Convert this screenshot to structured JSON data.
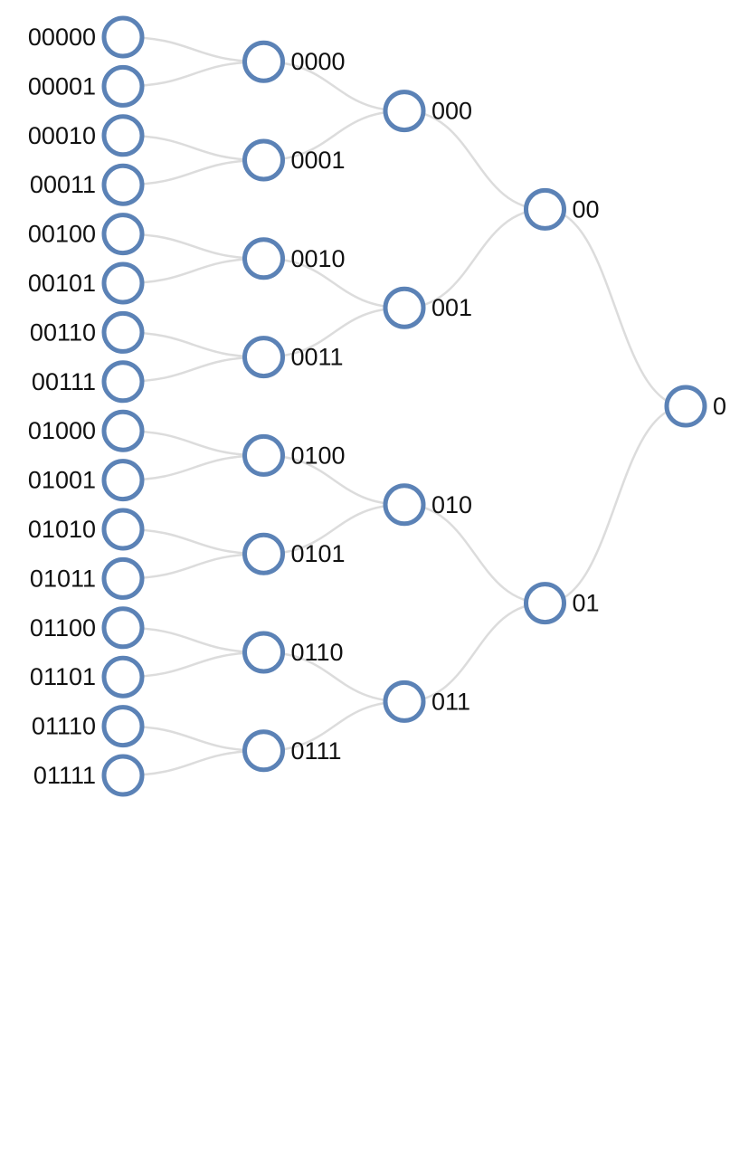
{
  "tree": {
    "root": {
      "label": "0",
      "children": [
        {
          "label": "00",
          "children": [
            {
              "label": "000",
              "children": [
                {
                  "label": "0000",
                  "children": [
                    {
                      "label": "00000"
                    },
                    {
                      "label": "00001"
                    }
                  ]
                },
                {
                  "label": "0001",
                  "children": [
                    {
                      "label": "00010"
                    },
                    {
                      "label": "00011"
                    }
                  ]
                }
              ]
            },
            {
              "label": "001",
              "children": [
                {
                  "label": "0010",
                  "children": [
                    {
                      "label": "00100"
                    },
                    {
                      "label": "00101"
                    }
                  ]
                },
                {
                  "label": "0011",
                  "children": [
                    {
                      "label": "00110"
                    },
                    {
                      "label": "00111"
                    }
                  ]
                }
              ]
            }
          ]
        },
        {
          "label": "01",
          "children": [
            {
              "label": "010",
              "children": [
                {
                  "label": "0100",
                  "children": [
                    {
                      "label": "01000"
                    },
                    {
                      "label": "01001"
                    }
                  ]
                },
                {
                  "label": "0101",
                  "children": [
                    {
                      "label": "01010"
                    },
                    {
                      "label": "01011"
                    }
                  ]
                }
              ]
            },
            {
              "label": "011",
              "children": [
                {
                  "label": "0110",
                  "children": [
                    {
                      "label": "01100"
                    },
                    {
                      "label": "01101"
                    }
                  ]
                },
                {
                  "label": "0111",
                  "children": [
                    {
                      "label": "01110"
                    },
                    {
                      "label": "01111"
                    }
                  ]
                }
              ]
            }
          ]
        }
      ]
    }
  },
  "colors": {
    "node_stroke": "#5b82b6",
    "node_fill": "#ffffff",
    "link": "#dcdcdc",
    "label": "#111111"
  }
}
